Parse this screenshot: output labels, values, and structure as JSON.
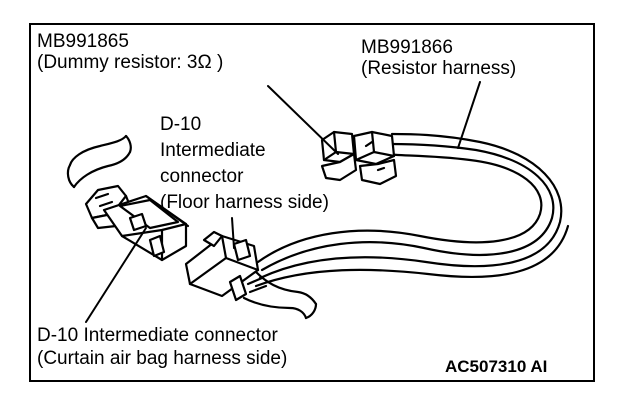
{
  "labels": {
    "resistor_part": "MB991865",
    "resistor_desc": "(Dummy resistor: 3Ω )",
    "harness_part": "MB991866",
    "harness_desc": "(Resistor harness)",
    "floor_line1": "D-10",
    "floor_line2": "Intermediate",
    "floor_line3": "connector",
    "floor_line4": "(Floor harness side)",
    "curtain_line1": "D-10 Intermediate connector",
    "curtain_line2": "(Curtain air bag harness side)",
    "figure_code": "AC507310 AI"
  },
  "colors": {
    "line": "#000000",
    "background": "#ffffff",
    "fill": "#ffffff"
  }
}
